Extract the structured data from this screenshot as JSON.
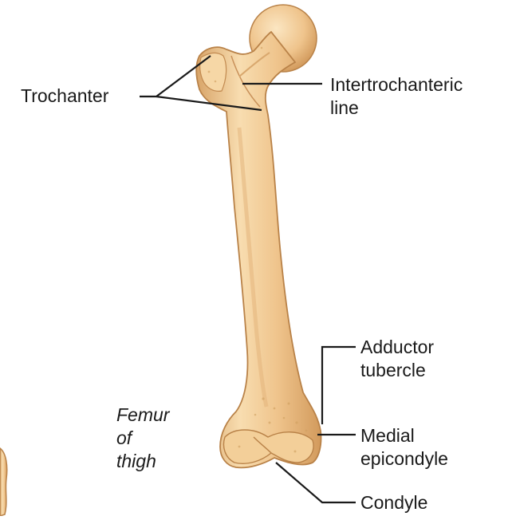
{
  "labels": {
    "trochanter": "Trochanter",
    "intertrochanteric_line": [
      "Intertrochanteric",
      "line"
    ],
    "adductor_tubercle": [
      "Adductor",
      "tubercle"
    ],
    "medial_epicondyle": [
      "Medial",
      "epicondyle"
    ],
    "condyle": "Condyle"
  },
  "caption": [
    "Femur",
    "of",
    "thigh"
  ],
  "colors": {
    "bone_fill": "#EFC48C",
    "bone_light": "#F8DDB0",
    "bone_shadow": "#D8A468",
    "bone_outline": "#B98248",
    "leader_line": "#1a1a1a"
  }
}
